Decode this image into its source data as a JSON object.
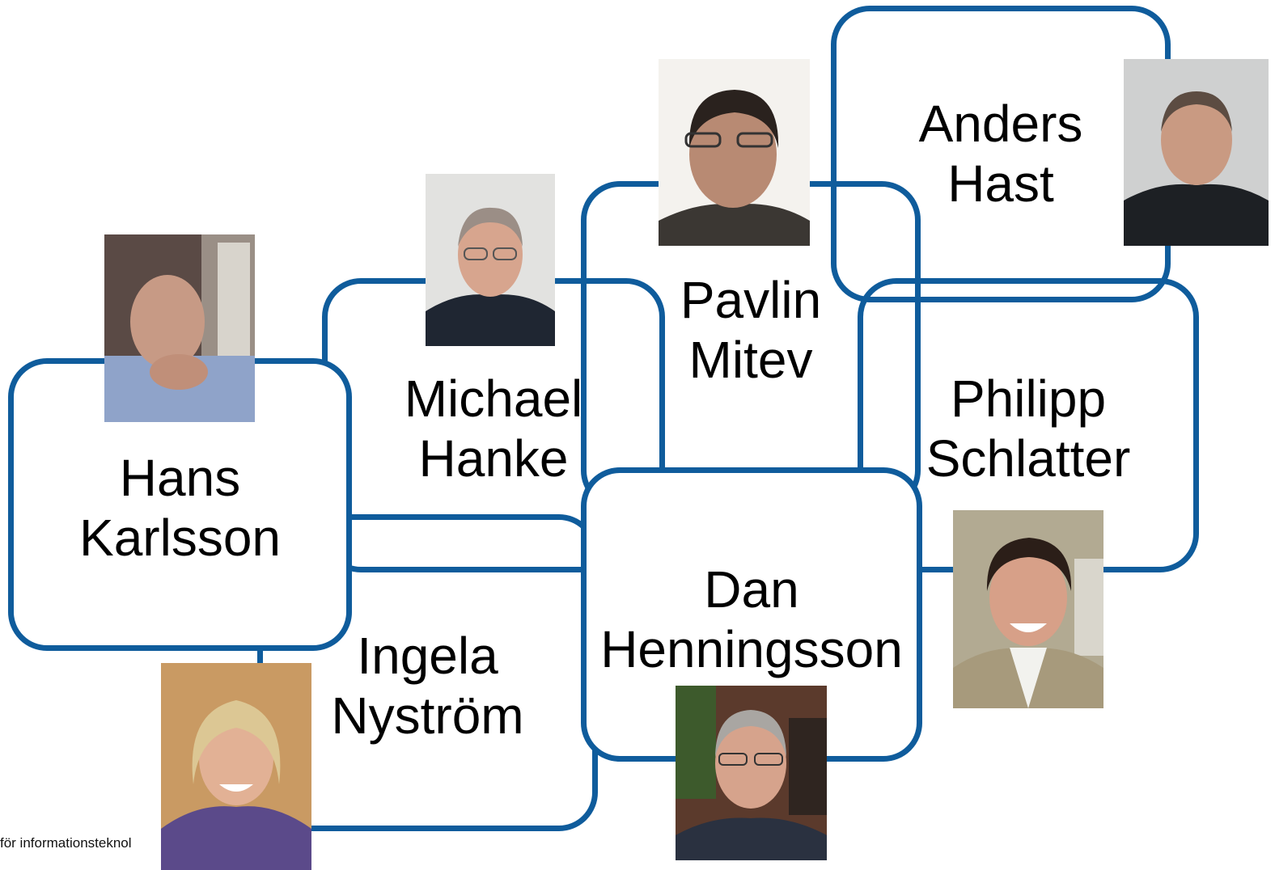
{
  "people": {
    "hans": {
      "first": "Hans",
      "last": "Karlsson",
      "photo": "portrait-hans-karlsson"
    },
    "michael": {
      "first": "Michael",
      "last": "Hanke",
      "photo": "portrait-michael-hanke"
    },
    "pavlin": {
      "first": "Pavlin",
      "last": "Mitev",
      "photo": "portrait-pavlin-mitev"
    },
    "anders": {
      "first": "Anders",
      "last": "Hast",
      "photo": "portrait-anders-hast"
    },
    "philipp": {
      "first": "Philipp",
      "last": "Schlatter",
      "photo": "portrait-philipp-schlatter"
    },
    "dan": {
      "first": "Dan",
      "last": "Henningsson",
      "photo": "portrait-dan-henningsson"
    },
    "ingela": {
      "first": "Ingela",
      "last": "Nyström",
      "photo": "portrait-ingela-nystrom"
    }
  },
  "footer": {
    "text": "för informationsteknol"
  },
  "colors": {
    "box_border": "#0f5c9c",
    "text": "#000000",
    "background": "#ffffff"
  }
}
